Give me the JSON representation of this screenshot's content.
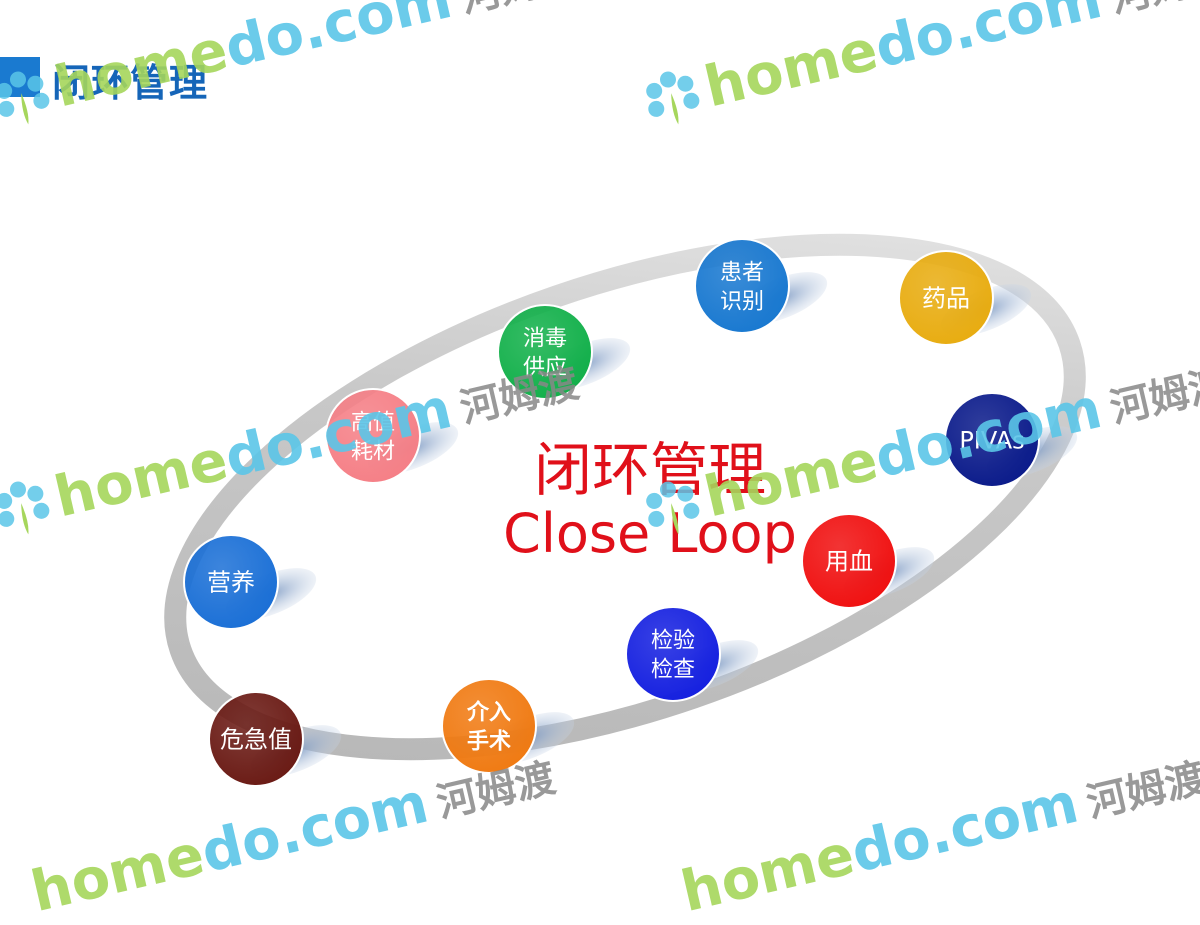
{
  "slide": {
    "title": "闭环管理"
  },
  "center": {
    "title_cn": "闭环管理",
    "title_en": "Close Loop"
  },
  "nodes": [
    {
      "id": "drug",
      "lines": [
        "药品"
      ],
      "color": "#e8ac10"
    },
    {
      "id": "pivas",
      "lines": [
        "PIVAs"
      ],
      "color": "#0a1a8a"
    },
    {
      "id": "blood",
      "lines": [
        "用血"
      ],
      "color": "#f01010"
    },
    {
      "id": "lab",
      "lines": [
        "检验",
        "检查"
      ],
      "color": "#1520e0"
    },
    {
      "id": "surgery",
      "lines": [
        "介入",
        "手术"
      ],
      "color": "#f07a12"
    },
    {
      "id": "critical",
      "lines": [
        "危急值"
      ],
      "color": "#6a1a14"
    },
    {
      "id": "nutrition",
      "lines": [
        "营养"
      ],
      "color": "#1a6fd6"
    },
    {
      "id": "consumables",
      "lines": [
        "高值",
        "耗材"
      ],
      "color": "#f57f86"
    },
    {
      "id": "sterile",
      "lines": [
        "消毒",
        "供应"
      ],
      "color": "#12b04a"
    },
    {
      "id": "patient_id",
      "lines": [
        "患者",
        "识别"
      ],
      "color": "#1878d0"
    }
  ],
  "watermark": {
    "home": "home",
    "do": "do",
    "com": ".com",
    "cn": "河姆渡"
  }
}
